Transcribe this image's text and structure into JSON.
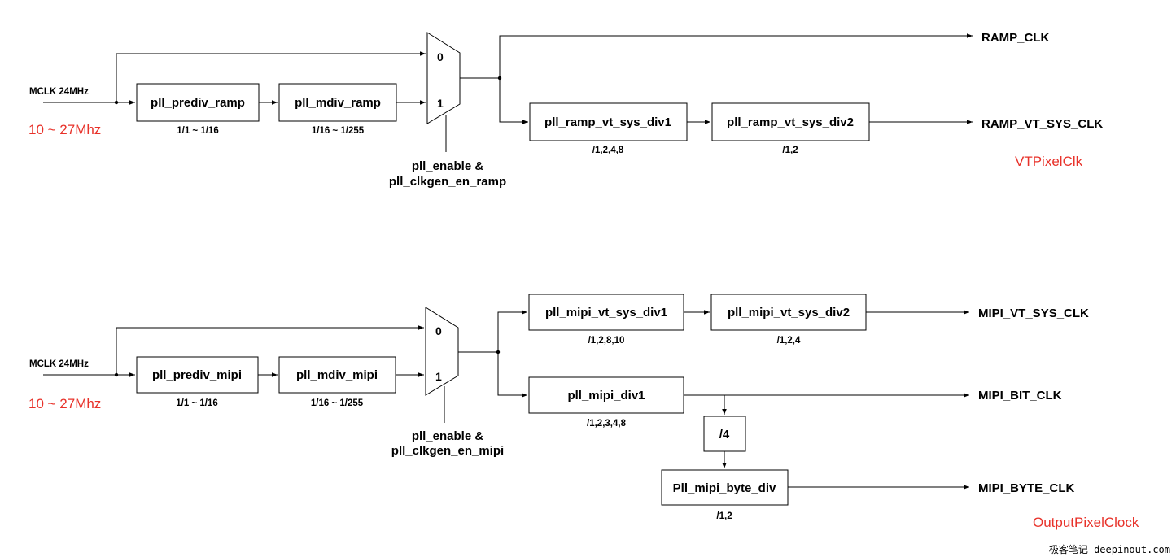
{
  "top": {
    "input_label": "MCLK 24MHz",
    "input_range": "10 ~ 27Mhz",
    "prediv": {
      "label": "pll_prediv_ramp",
      "range": "1/1 ~ 1/16"
    },
    "mdiv": {
      "label": "pll_mdiv_ramp",
      "range": "1/16 ~ 1/255"
    },
    "mux": {
      "in0": "0",
      "in1": "1",
      "ctrl_line1": "pll_enable &",
      "ctrl_line2": "pll_clkgen_en_ramp"
    },
    "vt_div1": {
      "label": "pll_ramp_vt_sys_div1",
      "range": "/1,2,4,8"
    },
    "vt_div2": {
      "label": "pll_ramp_vt_sys_div2",
      "range": "/1,2"
    },
    "out_ramp_clk": "RAMP_CLK",
    "out_vt_sys_clk": "RAMP_VT_SYS_CLK",
    "annotation": "VTPixelClk"
  },
  "bottom": {
    "input_label": "MCLK 24MHz",
    "input_range": "10 ~ 27Mhz",
    "prediv": {
      "label": "pll_prediv_mipi",
      "range": "1/1 ~ 1/16"
    },
    "mdiv": {
      "label": "pll_mdiv_mipi",
      "range": "1/16 ~ 1/255"
    },
    "mux": {
      "in0": "0",
      "in1": "1",
      "ctrl_line1": "pll_enable &",
      "ctrl_line2": "pll_clkgen_en_mipi"
    },
    "vt_div1": {
      "label": "pll_mipi_vt_sys_div1",
      "range": "/1,2,8,10"
    },
    "vt_div2": {
      "label": "pll_mipi_vt_sys_div2",
      "range": "/1,2,4"
    },
    "mipi_div1": {
      "label": "pll_mipi_div1",
      "range": "/1,2,3,4,8"
    },
    "div4": {
      "label": "/4"
    },
    "byte_div": {
      "label": "Pll_mipi_byte_div",
      "range": "/1,2"
    },
    "out_vt_sys_clk": "MIPI_VT_SYS_CLK",
    "out_bit_clk": "MIPI_BIT_CLK",
    "out_byte_clk": "MIPI_BYTE_CLK",
    "annotation": "OutputPixelClock"
  },
  "watermark": "极客笔记 deepinout.com",
  "colors": {
    "line": "#000000",
    "annotation": "#e8322a"
  }
}
